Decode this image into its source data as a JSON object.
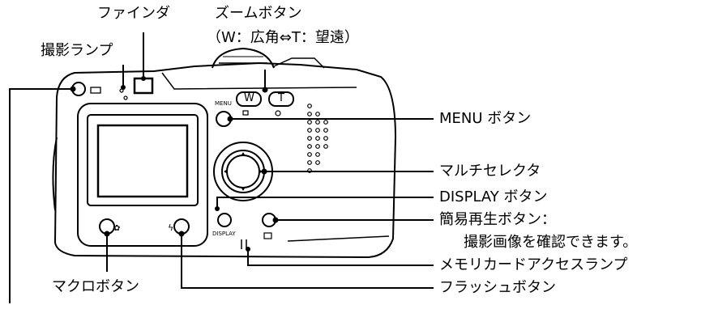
{
  "labels": {
    "viewfinder": "ファインダ",
    "zoom_title": "ズームボタン",
    "zoom_detail": "（W：広角⇔T：望遠）",
    "self_timer": "撮影ランプ",
    "menu": "MENU ボタン",
    "multi_selector": "マルチセレクタ",
    "display": "DISPLAY ボタン",
    "quick_play": "簡易再生ボタン：",
    "quick_play_detail": "撮影画像を確認できます。",
    "card_lamp": "メモリカードアクセスランプ",
    "macro": "マクロボタン",
    "flash": "フラッシュボタン"
  },
  "camera_marks": {
    "zoom_w": "W",
    "zoom_t": "T",
    "menu_small": "MENU",
    "display_small": "DISPLAY"
  }
}
